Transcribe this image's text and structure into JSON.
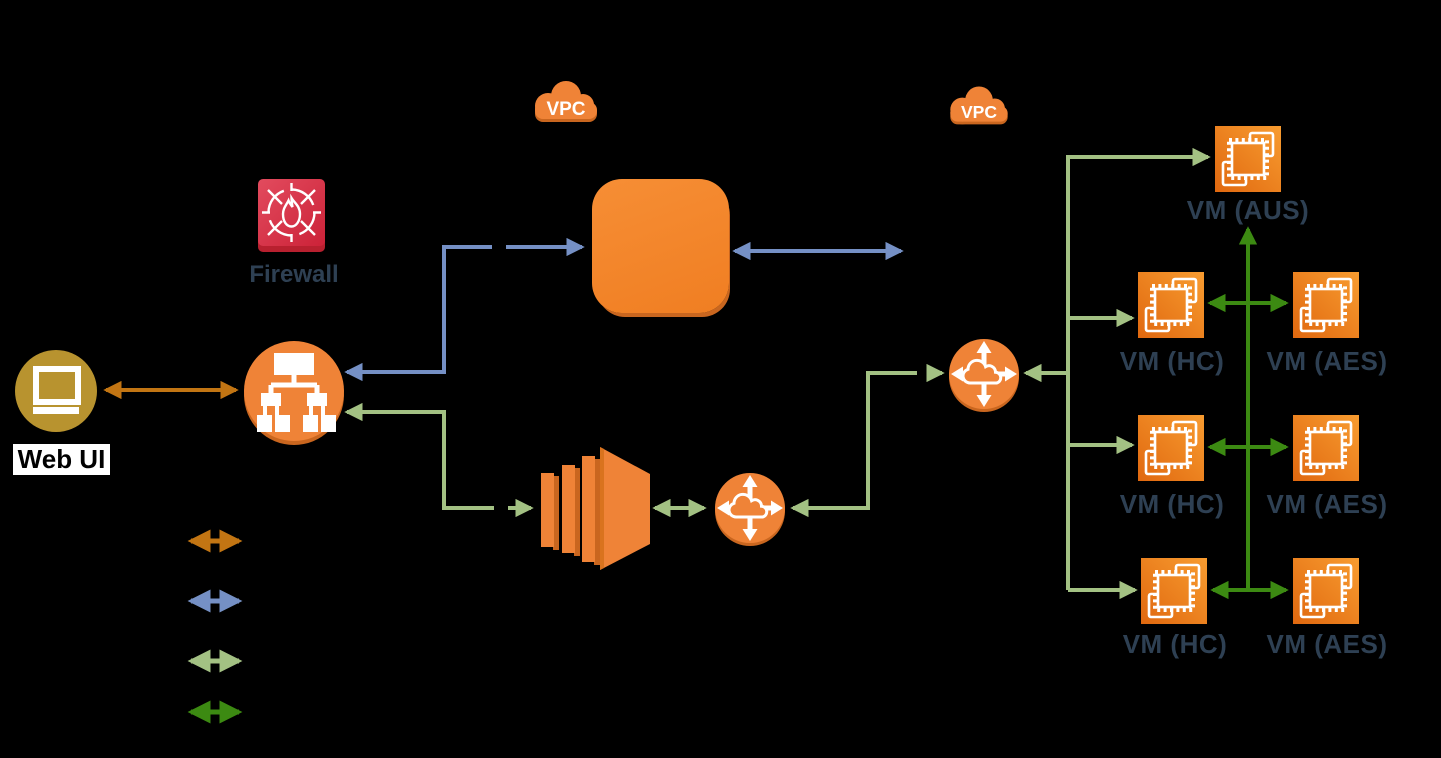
{
  "diagram": {
    "type": "aws-network-architecture",
    "background_color": "#000000",
    "labels": {
      "web_ui": "Web UI",
      "firewall": "Firewall",
      "vpc_left": "VPC",
      "vpc_right": "VPC"
    },
    "vms": [
      {
        "id": "vm-aus",
        "label": "VM (AUS)"
      },
      {
        "id": "vm-hc-1",
        "label": "VM (HC)"
      },
      {
        "id": "vm-aes-1",
        "label": "VM (AES)"
      },
      {
        "id": "vm-hc-2",
        "label": "VM (HC)"
      },
      {
        "id": "vm-aes-2",
        "label": "VM (AES)"
      },
      {
        "id": "vm-hc-3",
        "label": "VM (HC)"
      },
      {
        "id": "vm-aes-3",
        "label": "VM (AES)"
      }
    ],
    "icons": {
      "web_ui": "monitor-icon",
      "firewall": "firewall-flame-icon",
      "switch": "network-tree-icon",
      "gateway_box": "rounded-square-node",
      "ec2_stack": "ec2-instance-stack-icon",
      "router_left": "vpc-router-icon",
      "router_right": "vpc-router-icon",
      "vpc_cloud": "vpc-cloud-icon",
      "vm": "ec2-chip-icon"
    },
    "colors": {
      "aws_orange": "#EF8337",
      "aws_orange_shadow": "#C9661F",
      "vm_gradient_start": "#E0680F",
      "vm_gradient_end": "#F89C30",
      "firewall_red": "#D63649",
      "web_ui_gold": "#B8932F",
      "label_navy": "#2E4053",
      "arrow_orange": "#C27513",
      "arrow_blue": "#7590C5",
      "arrow_light_green": "#A3C183",
      "arrow_dark_green": "#3C8A12"
    },
    "legend": [
      {
        "id": "legend-orange",
        "style": "double-arrow",
        "color": "#C27513"
      },
      {
        "id": "legend-blue",
        "style": "double-arrow",
        "color": "#7590C5"
      },
      {
        "id": "legend-light-green",
        "style": "double-arrow",
        "color": "#A3C183"
      },
      {
        "id": "legend-dark-green",
        "style": "double-arrow",
        "color": "#3C8A12"
      }
    ],
    "edges": [
      {
        "from": "web-ui",
        "to": "switch",
        "color": "#C27513",
        "arrows": "both"
      },
      {
        "from": "switch",
        "to": "gateway-box",
        "color": "#7590C5",
        "arrows": "both"
      },
      {
        "from": "gateway-box",
        "to": "east",
        "color": "#7590C5",
        "arrows": "both"
      },
      {
        "from": "switch",
        "to": "ec2-stack",
        "color": "#A3C183",
        "arrows": "both"
      },
      {
        "from": "ec2-stack",
        "to": "router-left",
        "color": "#A3C183",
        "arrows": "both"
      },
      {
        "from": "router-left",
        "to": "router-right",
        "color": "#A3C183",
        "arrows": "both"
      },
      {
        "from": "vm-trunk",
        "to": "router-right",
        "color": "#A3C183",
        "arrows": "end"
      },
      {
        "from": "vm-trunk",
        "to": "vm-aus",
        "color": "#A3C183",
        "arrows": "end"
      },
      {
        "from": "vm-trunk",
        "to": "vm-hc-1",
        "color": "#A3C183",
        "arrows": "end"
      },
      {
        "from": "vm-trunk",
        "to": "vm-hc-2",
        "color": "#A3C183",
        "arrows": "end"
      },
      {
        "from": "vm-trunk",
        "to": "vm-hc-3",
        "color": "#A3C183",
        "arrows": "end"
      },
      {
        "from": "aes-trunk",
        "to": "vm-aus",
        "color": "#3C8A12",
        "arrows": "end"
      },
      {
        "from": "vm-hc-1",
        "to": "vm-aes-1",
        "color": "#3C8A12",
        "arrows": "both"
      },
      {
        "from": "vm-hc-2",
        "to": "vm-aes-2",
        "color": "#3C8A12",
        "arrows": "both"
      },
      {
        "from": "vm-hc-3",
        "to": "vm-aes-3",
        "color": "#3C8A12",
        "arrows": "both"
      }
    ]
  }
}
